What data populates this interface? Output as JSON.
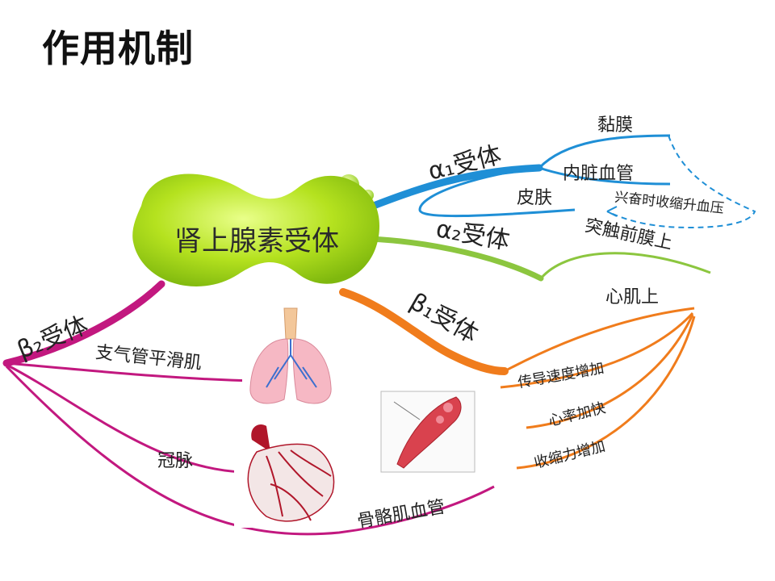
{
  "title": "作用机制",
  "center": "肾上腺素受体",
  "branches": {
    "alpha1": {
      "label": "α₁受体",
      "targets": [
        "黏膜",
        "内脏血管",
        "皮肤"
      ],
      "note": "兴奋时收缩升血压"
    },
    "alpha2": {
      "label": "α₂受体",
      "targets": [
        "突触前膜上"
      ]
    },
    "beta1": {
      "label": "β₁受体",
      "targets": [
        "心肌上",
        "传导速度增加",
        "心率加快",
        "收缩力增加"
      ]
    },
    "beta2": {
      "label": "β₂受体",
      "targets": [
        "支气管平滑肌",
        "冠脉",
        "骨骼肌血管"
      ]
    }
  },
  "colors": {
    "alpha1": "#1f8fd6",
    "alpha2": "#8cc63f",
    "beta1": "#f07c1c",
    "beta2": "#c2187f",
    "center": "#a8dd1e"
  }
}
